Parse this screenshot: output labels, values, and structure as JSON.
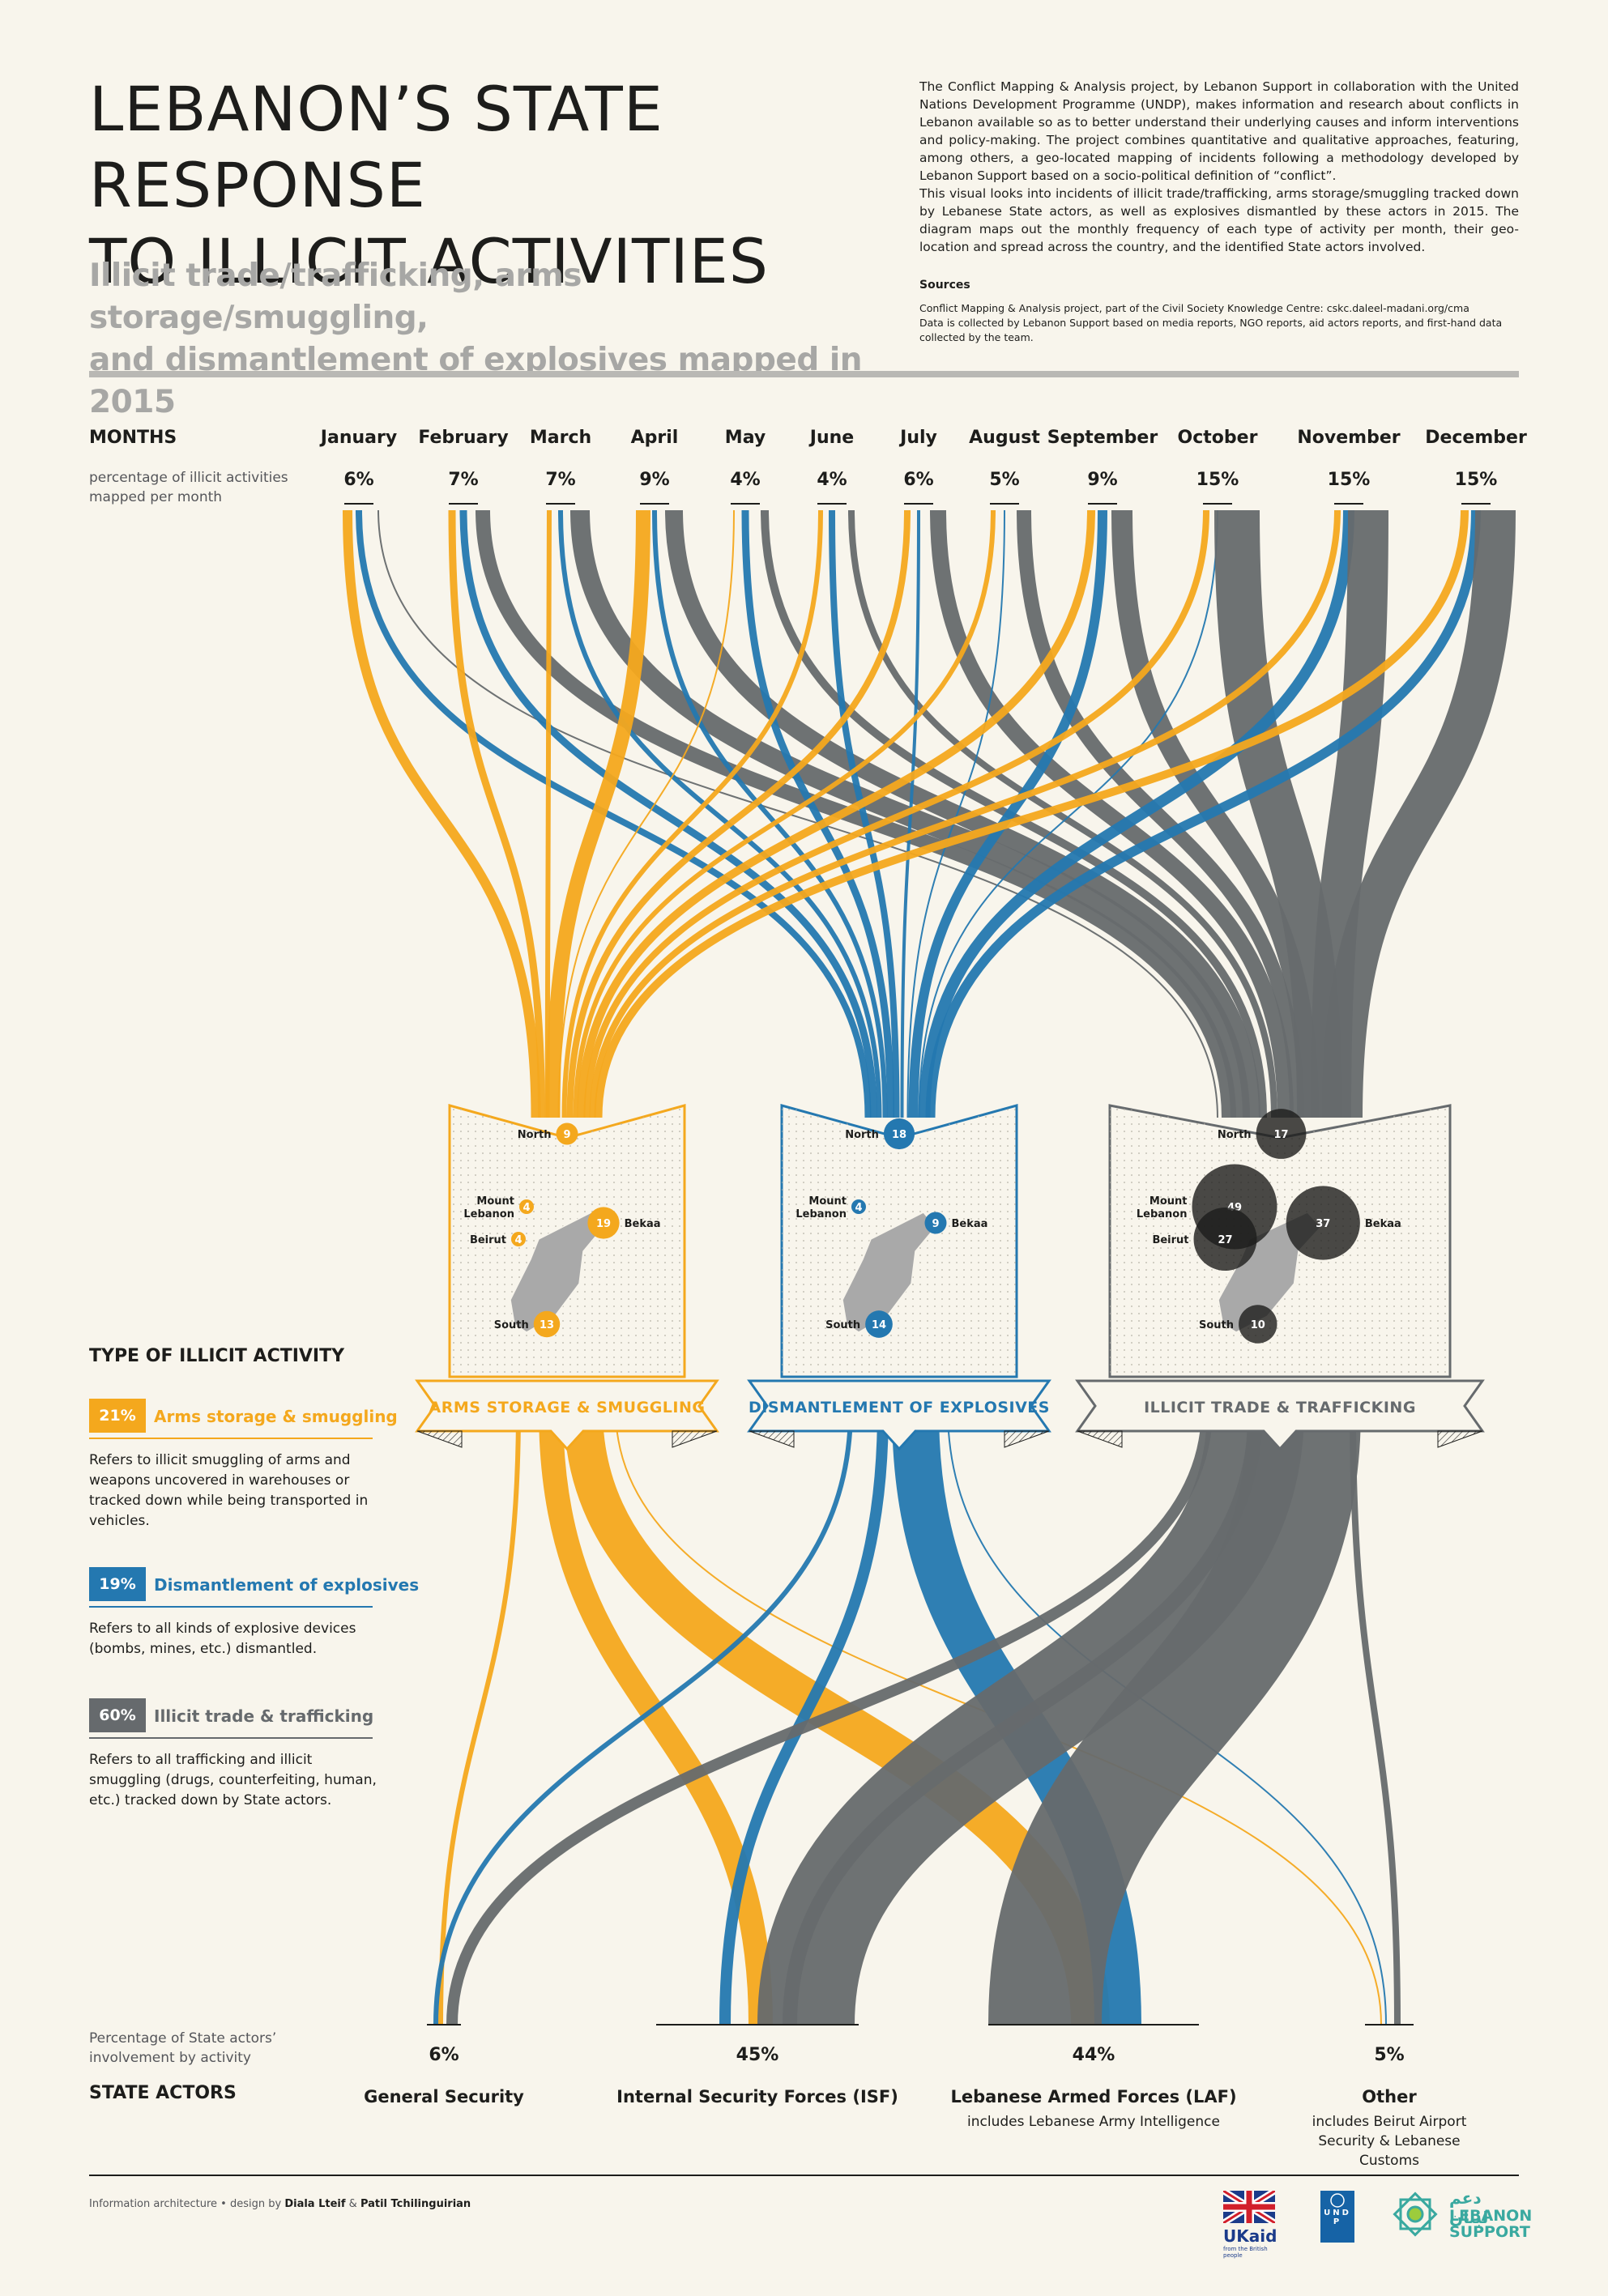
{
  "header": {
    "title_line1": "LEBANON’S STATE RESPONSE",
    "title_line2": "TO ILLICIT ACTIVITIES",
    "subtitle_line1": "Illicit trade/trafficking, arms storage/smuggling,",
    "subtitle_line2": "and dismantlement of explosives mapped in 2015",
    "intro_p1": "The Conflict Mapping & Analysis project, by Lebanon Support in collaboration with the United Nations Development Programme (UNDP), makes information and research about conflicts in Lebanon available so as to better understand their underlying causes and inform interventions and policy-making. The project combines quantitative and qualitative approaches, featuring, among others, a geo-located mapping of incidents following a methodology developed by Lebanon Support based on a socio-political definition of “conflict”.",
    "intro_p2": "This visual looks into incidents of illicit trade/trafficking, arms storage/smuggling tracked down by Lebanese State actors, as well as explosives dismantled by these actors in 2015. The diagram maps out the monthly frequency of each type of activity per month, their geo-location and spread across the country, and the identified State actors involved.",
    "sources_heading": "Sources",
    "sources_line1": "Conflict Mapping & Analysis project, part of the Civil Society Knowledge Centre: cskc.daleel-madani.org/cma",
    "sources_line2": "Data is collected by Lebanon Support based on media reports, NGO reports, aid actors reports, and first-hand data collected by the team."
  },
  "months": {
    "heading": "MONTHS",
    "subheading": "percentage of illicit activities mapped per month",
    "items": [
      {
        "name": "January",
        "pct": "6%"
      },
      {
        "name": "February",
        "pct": "7%"
      },
      {
        "name": "March",
        "pct": "7%"
      },
      {
        "name": "April",
        "pct": "9%"
      },
      {
        "name": "May",
        "pct": "4%"
      },
      {
        "name": "June",
        "pct": "4%"
      },
      {
        "name": "July",
        "pct": "6%"
      },
      {
        "name": "August",
        "pct": "5%"
      },
      {
        "name": "September",
        "pct": "9%"
      },
      {
        "name": "October",
        "pct": "15%"
      },
      {
        "name": "November",
        "pct": "15%"
      },
      {
        "name": "December",
        "pct": "15%"
      }
    ]
  },
  "categories": [
    {
      "label": "ARMS STORAGE & SMUGGLING",
      "color": "#f4a81d",
      "regions": [
        {
          "name": "North",
          "value": "9"
        },
        {
          "name": "Mount Lebanon",
          "value": "4"
        },
        {
          "name": "Beirut",
          "value": "4"
        },
        {
          "name": "Bekaa",
          "value": "19"
        },
        {
          "name": "South",
          "value": "13"
        }
      ]
    },
    {
      "label": "DISMANTLEMENT OF EXPLOSIVES",
      "color": "#2478b0",
      "regions": [
        {
          "name": "North",
          "value": "18"
        },
        {
          "name": "Mount Lebanon",
          "value": "4"
        },
        {
          "name": "Bekaa",
          "value": "9"
        },
        {
          "name": "South",
          "value": "14"
        }
      ]
    },
    {
      "label": "ILLICIT TRADE & TRAFFICKING",
      "color": "#666a6d",
      "regions": [
        {
          "name": "North",
          "value": "17"
        },
        {
          "name": "Mount Lebanon",
          "value": "49"
        },
        {
          "name": "Bekaa",
          "value": "37"
        },
        {
          "name": "Beirut",
          "value": "27"
        },
        {
          "name": "South",
          "value": "10"
        }
      ]
    }
  ],
  "legend": {
    "heading": "TYPE OF ILLICIT ACTIVITY",
    "items": [
      {
        "pct": "21%",
        "name": "Arms storage & smuggling",
        "color": "#f4a81d",
        "desc": "Refers to illicit smuggling of arms and weapons uncovered in warehouses or tracked down while being transported in vehicles."
      },
      {
        "pct": "19%",
        "name": "Dismantlement of explosives",
        "color": "#2478b0",
        "desc": "Refers to all kinds of explosive devices (bombs, mines, etc.) dismantled."
      },
      {
        "pct": "60%",
        "name": "Illicit trade & trafficking",
        "color": "#666a6d",
        "desc": "Refers to all trafficking and illicit smuggling (drugs, counterfeiting, human, etc.) tracked down by State actors."
      }
    ]
  },
  "actors": {
    "subheading": "Percentage of State actors’ involvement by activity",
    "heading": "STATE ACTORS",
    "items": [
      {
        "name": "General Security",
        "pct": "6%",
        "note": ""
      },
      {
        "name": "Internal Security Forces (ISF)",
        "pct": "45%",
        "note": ""
      },
      {
        "name": "Lebanese Armed Forces (LAF)",
        "pct": "44%",
        "note": "includes Lebanese Army Intelligence"
      },
      {
        "name": "Other",
        "pct": "5%",
        "note": "includes Beirut Airport Security & Lebanese Customs"
      }
    ]
  },
  "footer": {
    "credit_prefix": "Information architecture • design by",
    "designer1": "Diala Lteif",
    "designer2": "Patil Tchilinguirian",
    "logo_ukaid": "UKaid",
    "logo_ukaid_sub": "from the British people",
    "logo_undp": "UNDP",
    "logo_ls_arabic": "دعم لبنان",
    "logo_ls_line1": "LEBANON",
    "logo_ls_line2": "SUPPORT"
  },
  "colors": {
    "arms": "#f4a81d",
    "explosives": "#2478b0",
    "trade": "#666a6d",
    "background": "#f8f5ec"
  }
}
